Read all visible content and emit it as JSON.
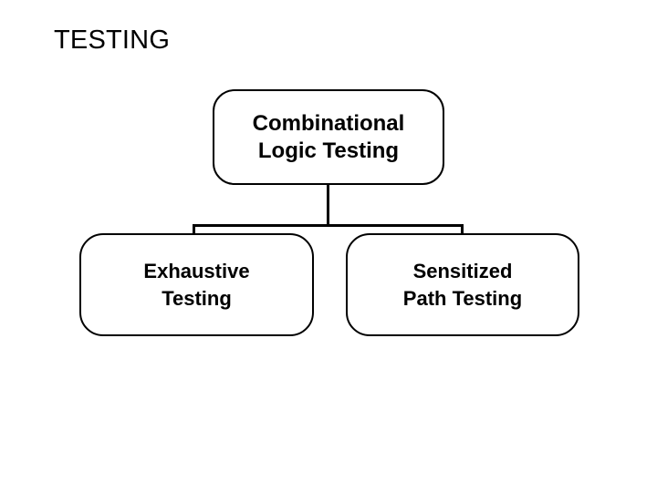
{
  "slide": {
    "title": "TESTING",
    "background_color": "#ffffff",
    "text_color": "#000000"
  },
  "diagram": {
    "type": "hierarchy",
    "border_color": "#000000",
    "fill_color": "#ffffff",
    "root": {
      "id": "combinational-logic-testing",
      "label": "Combinational\nLogic Testing"
    },
    "children": [
      {
        "id": "exhaustive-testing",
        "label": "Exhaustive\nTesting"
      },
      {
        "id": "sensitized-path-testing",
        "label": "Sensitized\nPath Testing"
      }
    ]
  }
}
